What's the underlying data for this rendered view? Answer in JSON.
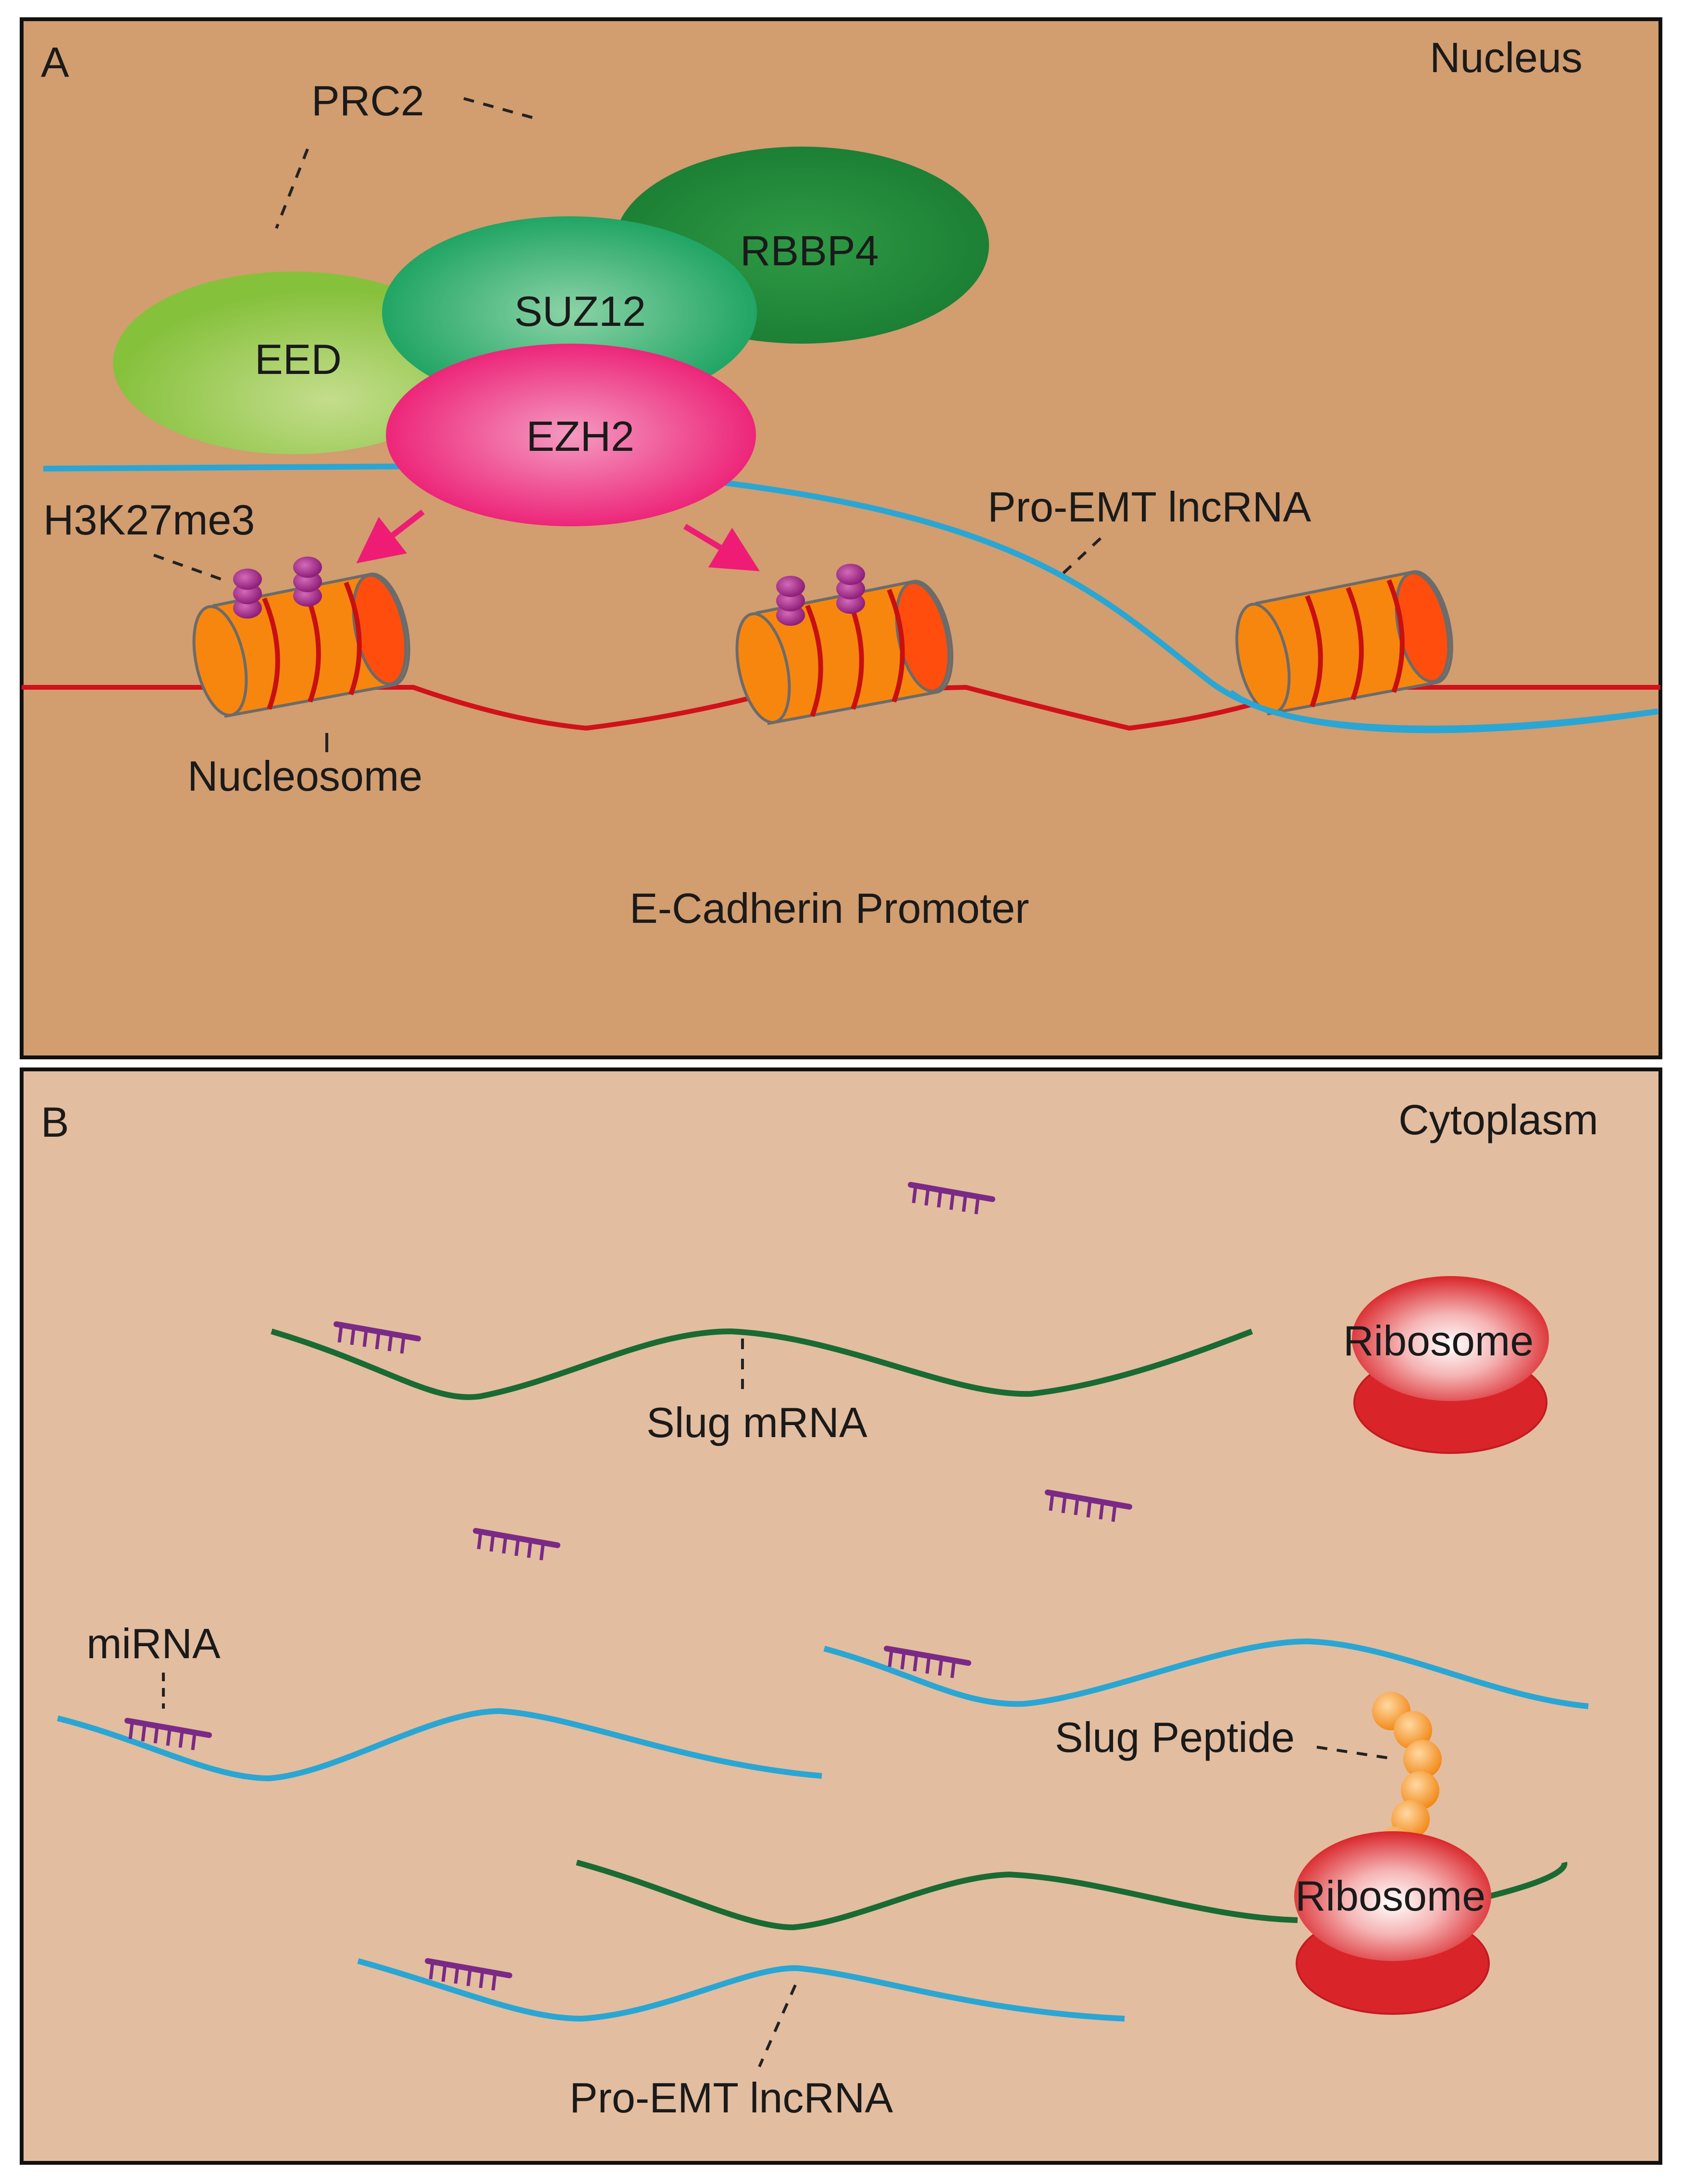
{
  "panel_a": {
    "letter": "A",
    "region": "Nucleus",
    "complex_label": "PRC2",
    "proteins": {
      "eed": "EED",
      "suz12": "SUZ12",
      "rbbp4": "RBBP4",
      "ezh2": "EZH2"
    },
    "mark_label": "H3K27me3",
    "nucleosome_label": "Nucleosome",
    "lncrna_label": "Pro-EMT lncRNA",
    "promoter_label": "E-Cadherin Promoter"
  },
  "panel_b": {
    "letter": "B",
    "region": "Cytoplasm",
    "mrna_label": "Slug mRNA",
    "ribosome_label_1": "Ribosome",
    "ribosome_label_2": "Ribosome",
    "mirna_label": "miRNA",
    "peptide_label": "Slug Peptide",
    "lncrna_label": "Pro-EMT lncRNA"
  },
  "colors": {
    "nucleus_bg": "#d29d6f",
    "cytoplasm_bg": "#e3bd9f",
    "dna": "#d0121a",
    "lncrna": "#2aa6d4",
    "mrna": "#1a6a33",
    "mirna": "#7a2a86",
    "ezh2": "#ee1c74",
    "eed": "#8cc63e",
    "suz12": "#1fa463",
    "rbbp4": "#1f8a3a",
    "nucleosome": "#f7860f",
    "methyl": "#a52a8c",
    "ribosome": "#d9252a",
    "peptide": "#f7961e"
  }
}
